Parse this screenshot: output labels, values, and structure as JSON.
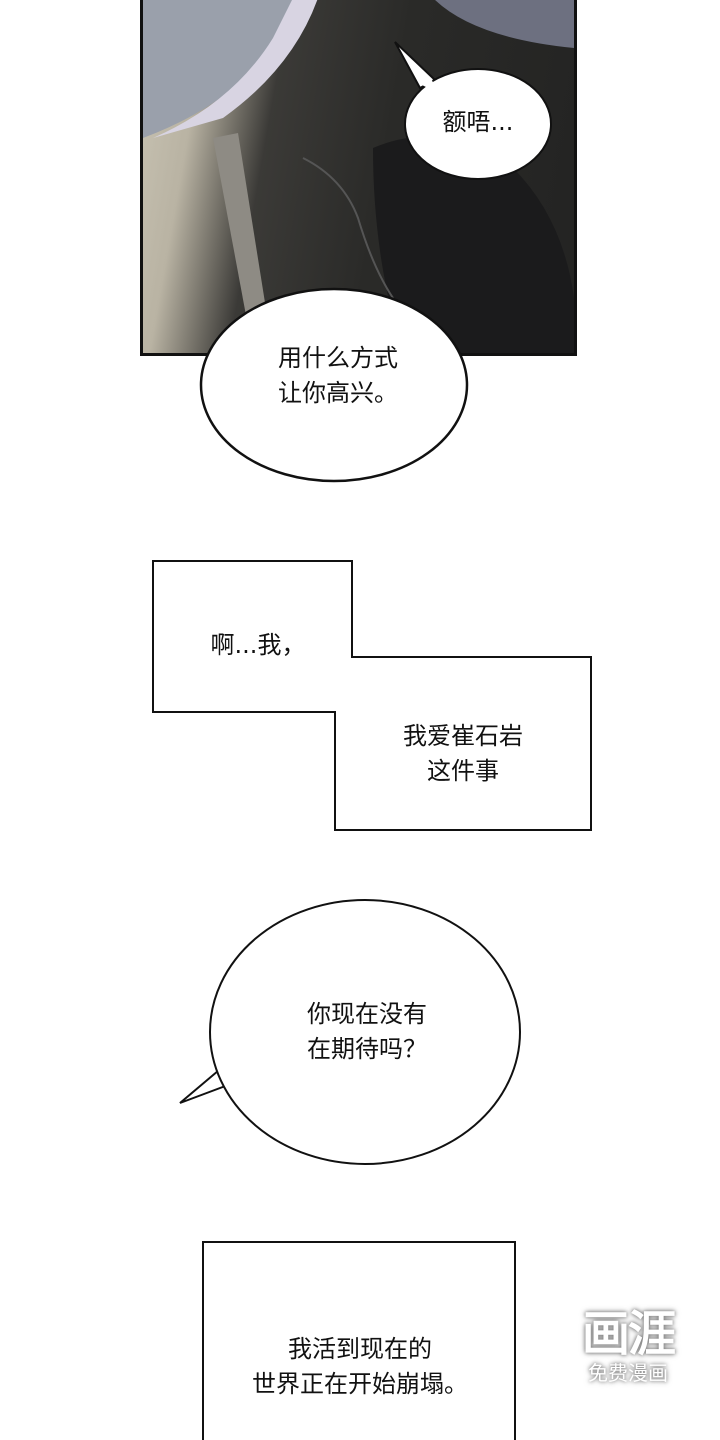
{
  "panel1": {
    "bubble": "额唔..."
  },
  "bubble2": {
    "lines": [
      "用什么方式",
      "让你高兴。"
    ]
  },
  "narration1": {
    "text": "啊...我，"
  },
  "narration2": {
    "lines": [
      "我爱崔石岩",
      "这件事"
    ]
  },
  "bubble3": {
    "lines": [
      "你现在没有",
      "在期待吗？"
    ]
  },
  "narration3": {
    "lines": [
      "我活到现在的",
      "世界正在开始崩塌。"
    ]
  },
  "watermark": {
    "logo": "画涯",
    "tagline": "免费漫画"
  }
}
